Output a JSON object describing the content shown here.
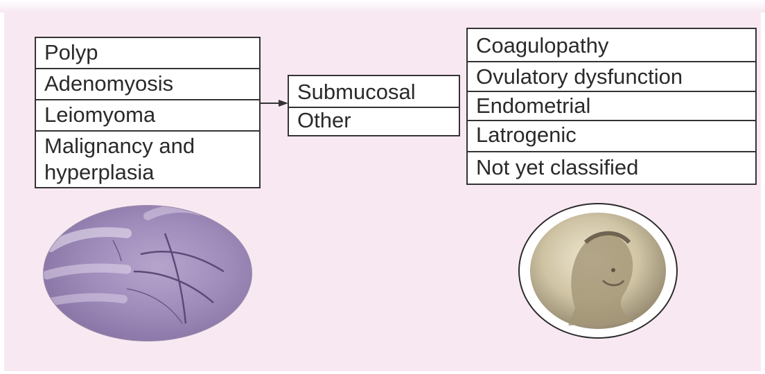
{
  "left_box": {
    "items": [
      "Polyp",
      "Adenomyosis",
      "Leiomyoma",
      "Malignancy and",
      "hyperplasia"
    ]
  },
  "middle_box": {
    "items": [
      "Submucosal",
      "Other"
    ]
  },
  "right_box": {
    "items": [
      "Coagulopathy",
      "Ovulatory dysfunction",
      "Endometrial",
      "Latrogenic",
      "Not yet classified"
    ]
  },
  "images": {
    "left": "palm-photo",
    "right": "coin-photo"
  },
  "colors": {
    "background": "#f8e8f2",
    "box_border": "#333333",
    "text": "#2a2a2a"
  }
}
